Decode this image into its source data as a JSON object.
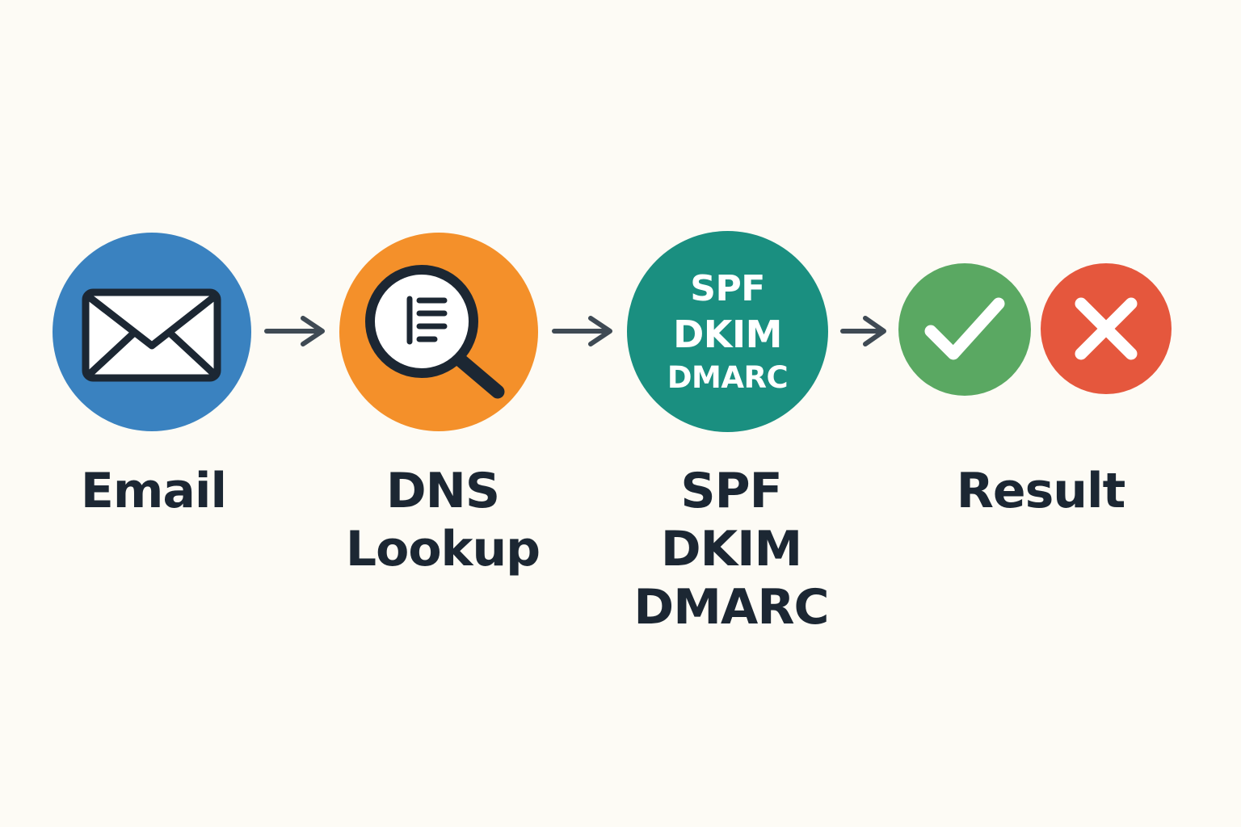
{
  "colors": {
    "background": "#fdfbf5",
    "email_circle": "#3a82c0",
    "dns_circle": "#f4902a",
    "auth_circle": "#1a8f80",
    "pass_circle": "#5aa862",
    "fail_circle": "#e5573d",
    "ink": "#1c2733",
    "arrow": "#3f4a54"
  },
  "steps": [
    {
      "id": "email",
      "icon": "envelope-icon",
      "label_lines": [
        "Email"
      ]
    },
    {
      "id": "dns",
      "icon": "magnifier-document-icon",
      "label_lines": [
        "DNS",
        "Lookup"
      ]
    },
    {
      "id": "auth",
      "inner_lines": [
        "SPF",
        "DKIM",
        "DMARC"
      ],
      "label_lines": [
        "SPF",
        "DKIM",
        "DMARC"
      ]
    },
    {
      "id": "result",
      "icons": [
        "checkmark-icon",
        "cross-icon"
      ],
      "label_lines": [
        "Result"
      ]
    }
  ]
}
